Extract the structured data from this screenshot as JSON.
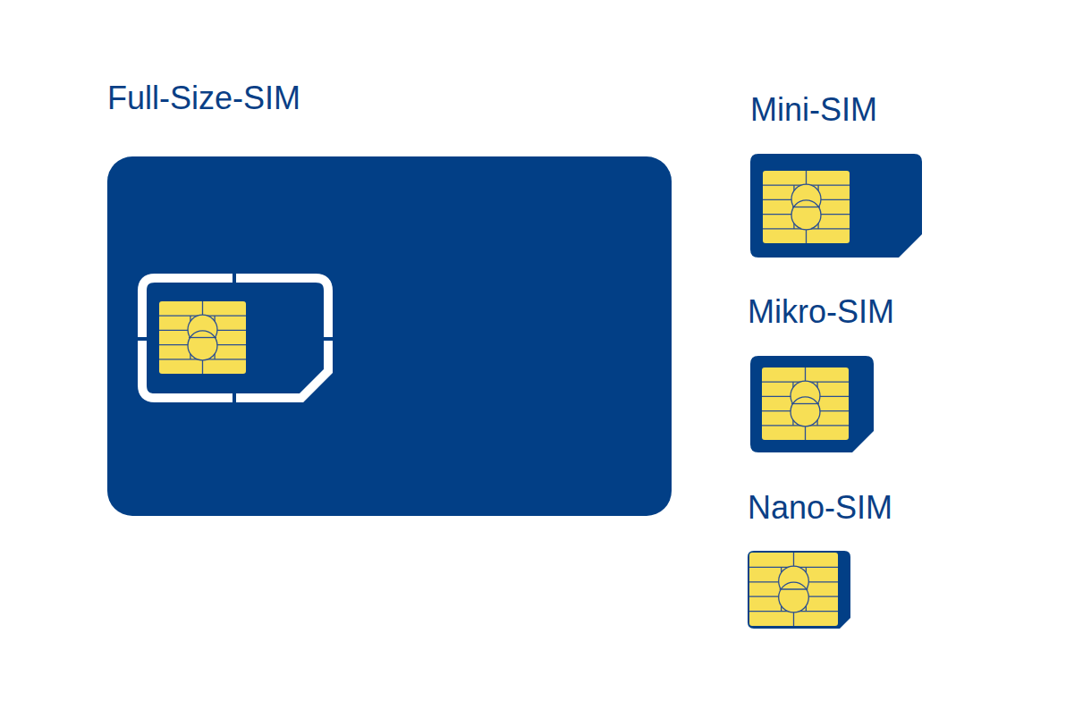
{
  "diagram": {
    "nodes": [
      {
        "text": [
          "Full-Size-SIM"
        ]
      },
      {
        "text": [
          "Mini-SIM"
        ]
      },
      {
        "text": [
          "Mikro-SIM"
        ]
      },
      {
        "text": [
          "Nano-SIM"
        ]
      }
    ]
  }
}
